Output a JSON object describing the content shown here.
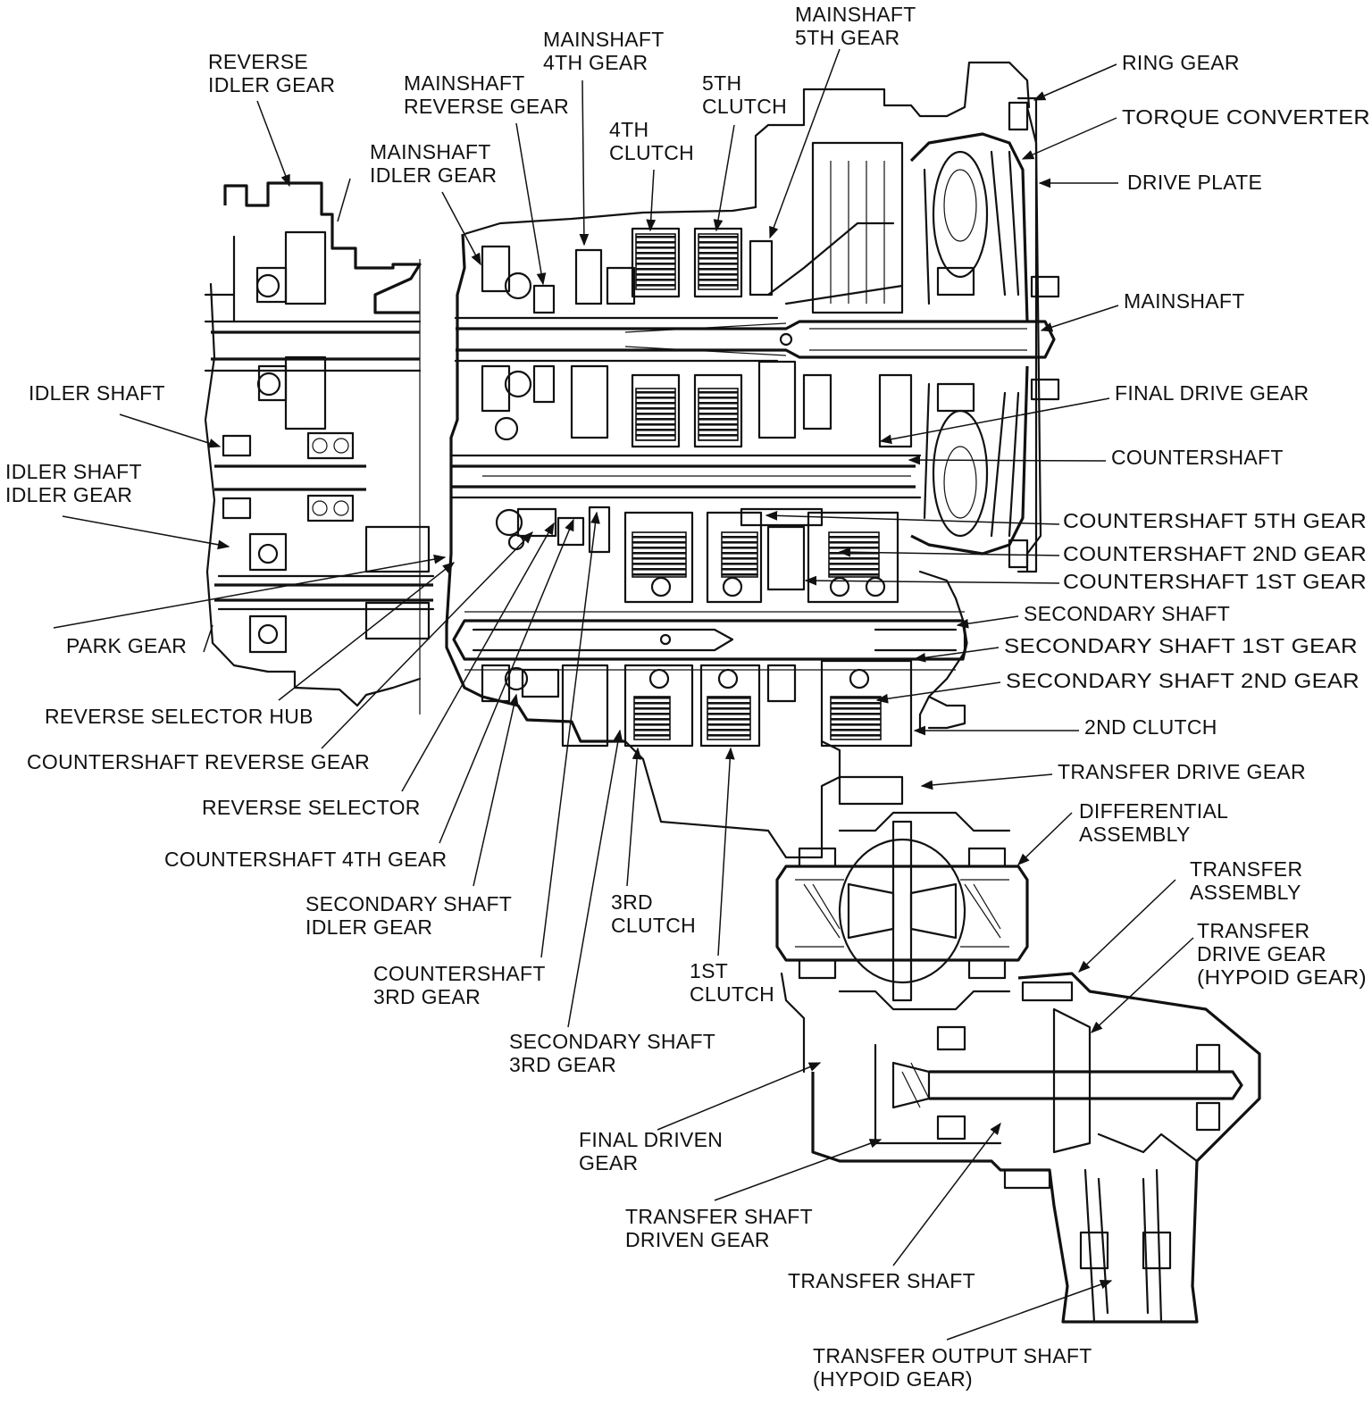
{
  "labels": {
    "reverse_idler_gear": [
      "REVERSE",
      "IDLER GEAR"
    ],
    "mainshaft_4th_gear": [
      "MAINSHAFT",
      "4TH GEAR"
    ],
    "mainshaft_5th_gear": [
      "MAINSHAFT",
      "5TH GEAR"
    ],
    "mainshaft_reverse_gear": [
      "MAINSHAFT",
      "REVERSE GEAR"
    ],
    "clutch_5th": [
      "5TH",
      "CLUTCH"
    ],
    "clutch_4th": [
      "4TH",
      "CLUTCH"
    ],
    "mainshaft_idler_gear": [
      "MAINSHAFT",
      "IDLER GEAR"
    ],
    "ring_gear": "RING GEAR",
    "torque_converter": "TORQUE CONVERTER",
    "drive_plate": "DRIVE PLATE",
    "mainshaft": "MAINSHAFT",
    "idler_shaft": "IDLER SHAFT",
    "idler_shaft_idler_gear": [
      "IDLER SHAFT",
      "IDLER GEAR"
    ],
    "final_drive_gear": "FINAL DRIVE GEAR",
    "countershaft": "COUNTERSHAFT",
    "countershaft_5th_gear": "COUNTERSHAFT 5TH GEAR",
    "countershaft_2nd_gear": "COUNTERSHAFT 2ND GEAR",
    "countershaft_1st_gear": "COUNTERSHAFT 1ST GEAR",
    "secondary_shaft": "SECONDARY SHAFT",
    "park_gear": "PARK GEAR",
    "secondary_shaft_1st_gear": "SECONDARY SHAFT 1ST GEAR",
    "secondary_shaft_2nd_gear": "SECONDARY SHAFT 2ND GEAR",
    "reverse_selector_hub": "REVERSE SELECTOR HUB",
    "clutch_2nd": "2ND CLUTCH",
    "countershaft_reverse_gear": "COUNTERSHAFT REVERSE GEAR",
    "transfer_drive_gear": "TRANSFER DRIVE GEAR",
    "reverse_selector": "REVERSE SELECTOR",
    "differential_assembly": [
      "DIFFERENTIAL",
      "ASSEMBLY"
    ],
    "countershaft_4th_gear": "COUNTERSHAFT 4TH GEAR",
    "transfer_assembly": [
      "TRANSFER",
      "ASSEMBLY"
    ],
    "secondary_shaft_idler_gear": [
      "SECONDARY SHAFT",
      "IDLER GEAR"
    ],
    "clutch_3rd": [
      "3RD",
      "CLUTCH"
    ],
    "transfer_drive_gear_hypoid": [
      "TRANSFER",
      "DRIVE GEAR",
      "(HYPOID GEAR)"
    ],
    "countershaft_3rd_gear": [
      "COUNTERSHAFT",
      "3RD GEAR"
    ],
    "clutch_1st": [
      "1ST",
      "CLUTCH"
    ],
    "secondary_shaft_3rd_gear": [
      "SECONDARY SHAFT",
      "3RD GEAR"
    ],
    "final_driven_gear": [
      "FINAL DRIVEN",
      "GEAR"
    ],
    "transfer_shaft_driven_gear": [
      "TRANSFER SHAFT",
      "DRIVEN GEAR"
    ],
    "transfer_shaft": "TRANSFER SHAFT",
    "transfer_output_shaft": [
      "TRANSFER OUTPUT SHAFT",
      "(HYPOID GEAR)"
    ]
  }
}
